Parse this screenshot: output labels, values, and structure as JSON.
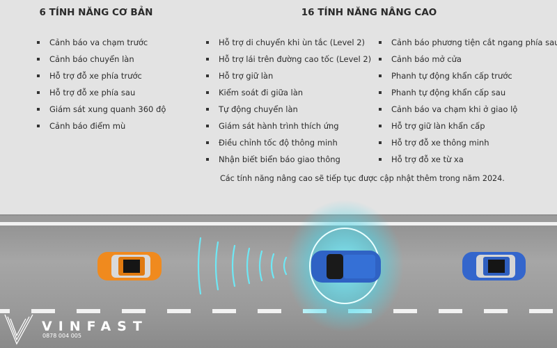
{
  "basic": {
    "title": "6 TÍNH NĂNG CƠ BẢN",
    "items": [
      "Cảnh báo va chạm trước",
      "Cảnh báo chuyển làn",
      "Hỗ trợ đỗ xe phía trước",
      "Hỗ trợ đỗ xe phía sau",
      "Giám sát xung quanh 360 độ",
      "Cảnh báo điểm mù"
    ]
  },
  "advanced": {
    "title": "16 TÍNH NĂNG NÂNG CAO",
    "column1": [
      "Hỗ trợ di chuyển khi ùn tắc (Level 2)",
      "Hỗ trợ lái trên đường cao tốc (Level 2)",
      "Hỗ trợ giữ làn",
      "Kiểm soát đi giữa làn",
      "Tự động chuyển làn",
      "Giám sát hành trình thích ứng",
      "Điều chỉnh tốc độ thông minh",
      "Nhận biết biển báo giao thông"
    ],
    "column2": [
      "Cảnh báo phương tiện cắt ngang phía sau",
      "Cảnh báo mở cửa",
      "Phanh tự động khẩn cấp trước",
      "Phanh tự động khẩn cấp sau",
      "Cảnh báo va chạm khi ở giao lộ",
      "Hỗ trợ giữ làn khẩn cấp",
      "Hỗ trợ đỗ xe thông minh",
      "Hỗ trợ đỗ xe từ xa"
    ],
    "note": "Các tính năng nâng cao sẽ tiếp tục được cập nhật thêm trong năm 2024."
  },
  "watermark": {
    "brand": "VINFAST",
    "phone": "0878 004 005"
  },
  "colors": {
    "orange_car": "#f08a1e",
    "blue_car": "#2f62c4",
    "sensor_glow": "#5fe0ee"
  }
}
